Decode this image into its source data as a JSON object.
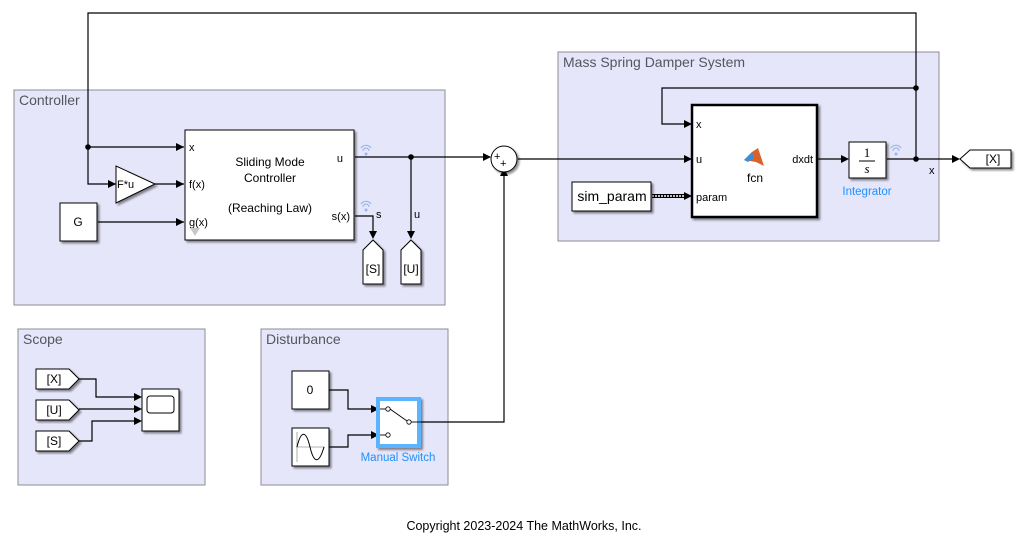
{
  "areas": {
    "controller": "Controller",
    "plant": "Mass Spring Damper System",
    "scope": "Scope",
    "disturbance": "Disturbance"
  },
  "blocks": {
    "smc": {
      "title_line1": "Sliding Mode",
      "title_line2": "Controller",
      "title_line3": "(Reaching Law)",
      "in_ports": [
        "x",
        "f(x)",
        "g(x)"
      ],
      "out_ports": [
        "u",
        "s(x)"
      ]
    },
    "gain": "F*u",
    "constant_g": "G",
    "goto_s": "[S]",
    "goto_u": "[U]",
    "goto_x": "[X]",
    "from_x": "[X]",
    "from_u": "[U]",
    "from_s": "[S]",
    "sum_signs": [
      "+",
      "+"
    ],
    "sim_param": "sim_param",
    "fcn": {
      "name": "fcn",
      "in_ports": [
        "x",
        "u",
        "param"
      ],
      "out_port": "dxdt"
    },
    "integrator": {
      "numerator": "1",
      "denominator": "s",
      "label": "Integrator"
    },
    "constant_zero": "0",
    "manual_switch_label": "Manual Switch"
  },
  "signals": {
    "s": "s",
    "u": "u",
    "x": "x"
  },
  "colors": {
    "area_fill": "#e6e6fa",
    "accent_blue": "#1e90ff",
    "switch_highlight": "#5ab4ff"
  },
  "footer": "Copyright 2023-2024 The MathWorks, Inc."
}
